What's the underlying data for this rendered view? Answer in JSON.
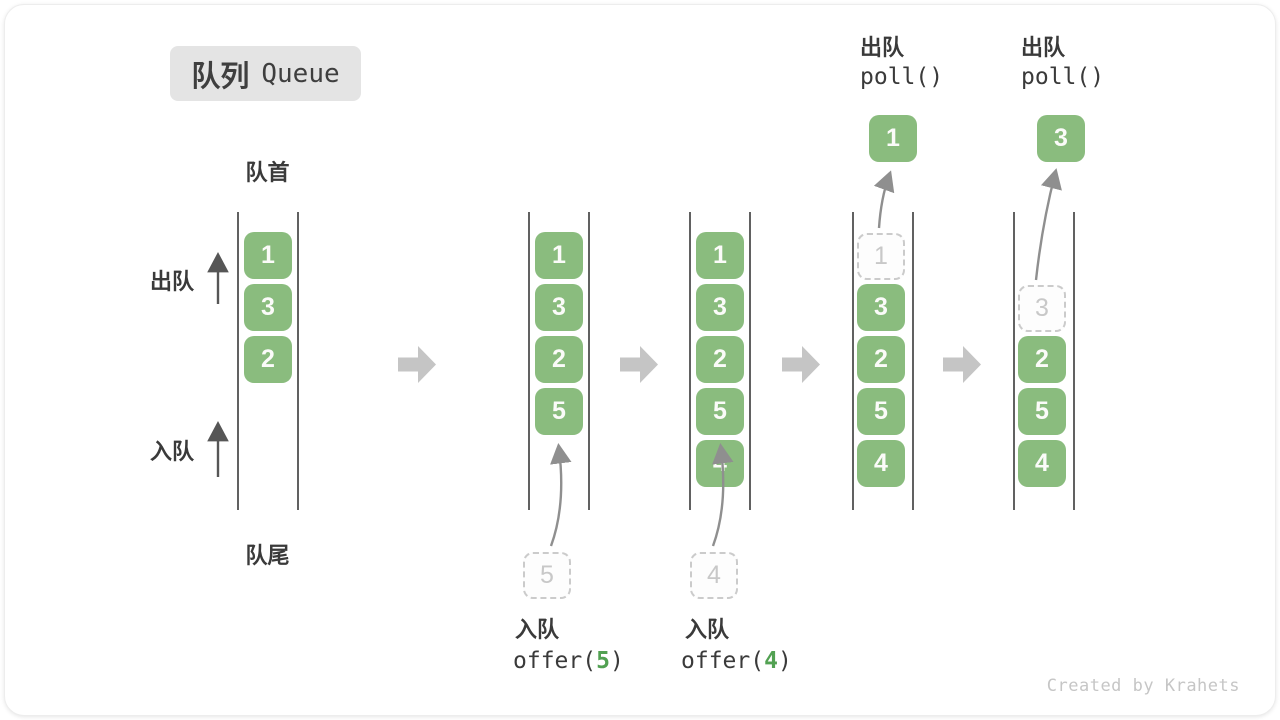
{
  "title": {
    "zh": "队列",
    "en": "Queue"
  },
  "labels": {
    "front": "队首",
    "rear": "队尾",
    "dequeue_side": "出队",
    "enqueue_side": "入队"
  },
  "states": [
    {
      "boxes": [
        "1",
        "3",
        "2"
      ]
    },
    {
      "boxes": [
        "1",
        "3",
        "2",
        "5"
      ],
      "pending": "5"
    },
    {
      "boxes": [
        "1",
        "3",
        "2",
        "5",
        "4"
      ],
      "pending": "4"
    },
    {
      "ghost": "1",
      "boxes": [
        "3",
        "2",
        "5",
        "4"
      ],
      "extracted": "1"
    },
    {
      "ghost": "3",
      "boxes": [
        "2",
        "5",
        "4"
      ],
      "extracted": "3"
    }
  ],
  "ops": {
    "offer5": {
      "zh": "入队",
      "fn": "offer(",
      "arg": "5",
      "close": ")"
    },
    "offer4": {
      "zh": "入队",
      "fn": "offer(",
      "arg": "4",
      "close": ")"
    },
    "poll1": {
      "zh": "出队",
      "fn": "poll()"
    },
    "poll2": {
      "zh": "出队",
      "fn": "poll()"
    }
  },
  "colors": {
    "box_green": "#8abc7e",
    "arg_green": "#52a152",
    "ghost_gray": "#c8c8c8",
    "step_arrow_gray": "#c5c5c5",
    "curve_arrow_gray": "#8f8f8f",
    "text_dark": "#3a3a3a",
    "badge_bg": "#e4e4e4"
  },
  "watermark": "Created by Krahets"
}
